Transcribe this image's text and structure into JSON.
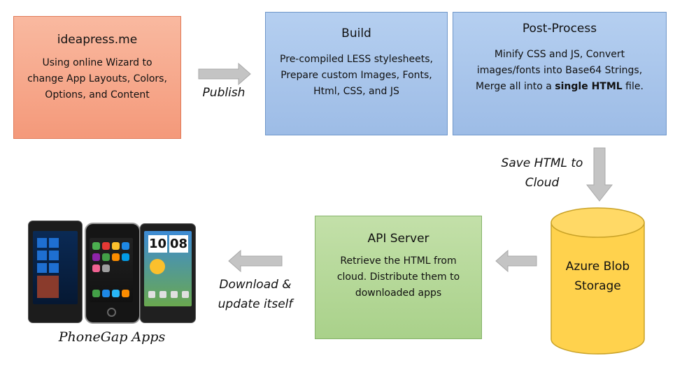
{
  "boxes": {
    "ideapress": {
      "title": "ideapress.me",
      "line1": "Using online Wizard to",
      "line2": "change App Layouts, Colors,",
      "line3": "Options, and Content"
    },
    "build": {
      "title": "Build",
      "line1": "Pre-compiled LESS stylesheets,",
      "line2": "Prepare custom Images, Fonts,",
      "line3": "Html, CSS, and JS"
    },
    "post_process": {
      "title": "Post-Process",
      "line1": "Minify CSS and JS, Convert",
      "line2": "images/fonts into Base64 Strings,",
      "line3_pre": "Merge all into a ",
      "line3_bold": "single HTML",
      "line3_post": " file."
    },
    "api_server": {
      "title": "API Server",
      "line1": "Retrieve the HTML from",
      "line2": "cloud.  Distribute them to",
      "line3": "downloaded apps"
    },
    "azure": {
      "line1": "Azure Blob",
      "line2": "Storage"
    }
  },
  "labels": {
    "publish": "Publish",
    "save_line1": "Save HTML to",
    "save_line2": "Cloud",
    "download_line1": "Download &",
    "download_line2": "update itself",
    "phonegap": "PhoneGap Apps"
  },
  "phones": {
    "htc_time_hours": "10",
    "htc_time_minutes": "08"
  },
  "colors": {
    "ideapress_fill": "#f4997a",
    "process_fill": "#9dbce6",
    "api_fill": "#a9d18a",
    "storage_fill": "#ffd24d",
    "arrow_fill": "#bfbfbf"
  }
}
